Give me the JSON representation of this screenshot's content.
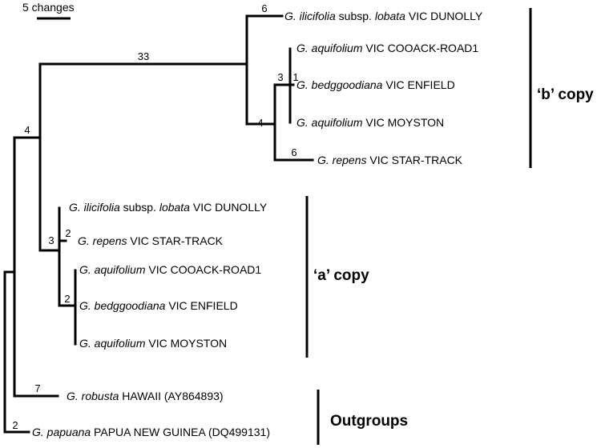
{
  "scale_bar": {
    "label": "5 changes"
  },
  "taxa": [
    {
      "id": "b1",
      "genus": "G. ilicifolia",
      "rest": " subsp. ",
      "ital2": "lobata",
      "rest2": " VIC DUNOLLY"
    },
    {
      "id": "b2",
      "genus": "G. aquifolium",
      "rest": " VIC COOACK-ROAD1"
    },
    {
      "id": "b3",
      "genus": "G. bedggoodiana",
      "rest": " VIC ENFIELD"
    },
    {
      "id": "b4",
      "genus": "G. aquifolium",
      "rest": " VIC MOYSTON"
    },
    {
      "id": "b5",
      "genus": "G. repens",
      "rest": " VIC STAR-TRACK"
    },
    {
      "id": "a1",
      "genus": "G. ilicifolia",
      "rest": " subsp. ",
      "ital2": "lobata",
      "rest2": " VIC DUNOLLY"
    },
    {
      "id": "a2",
      "genus": "G. repens",
      "rest": " VIC STAR-TRACK"
    },
    {
      "id": "a3",
      "genus": "G. aquifolium",
      "rest": " VIC COOACK-ROAD1"
    },
    {
      "id": "a4",
      "genus": "G. bedggoodiana",
      "rest": " VIC ENFIELD"
    },
    {
      "id": "a5",
      "genus": "G. aquifolium",
      "rest": " VIC MOYSTON"
    },
    {
      "id": "o1",
      "genus": "G. robusta",
      "rest": " HAWAII (AY864893)"
    },
    {
      "id": "o2",
      "genus": "G. papuana",
      "rest": " PAPUA NEW GUINEA (DQ499131)"
    }
  ],
  "branch_labels": {
    "b_dunolly": "6",
    "b_stem": "33",
    "b_inner": "3",
    "b_inner2": "1",
    "b_node": "4",
    "b_repens": "6",
    "ingroup": "4",
    "a_node": "3",
    "a_repens": "2",
    "a_inner": "2",
    "robusta": "7",
    "papuana": "2"
  },
  "brackets": {
    "b_copy": "‘b’ copy",
    "a_copy": "‘a’ copy",
    "outgroups": "Outgroups"
  }
}
